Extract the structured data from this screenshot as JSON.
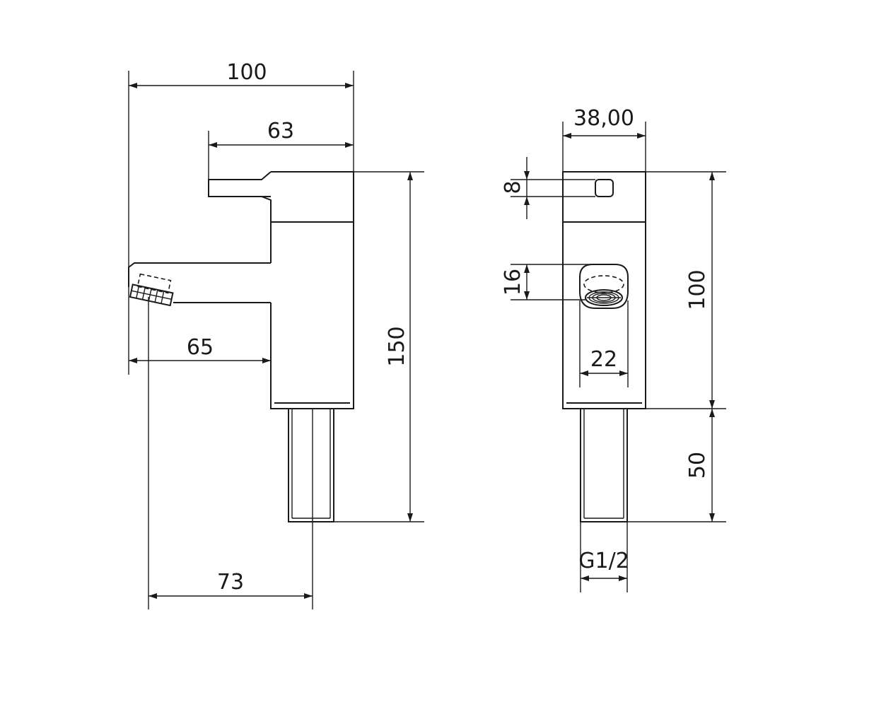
{
  "side_view": {
    "overall_width": "100",
    "lever_width": "63",
    "spout_reach": "65",
    "inlet_offset": "73",
    "overall_height": "150"
  },
  "front_view": {
    "body_width": "38,00",
    "lever_slot": "8",
    "aerator_height": "16",
    "aerator_width": "22",
    "body_height": "100",
    "tail_length": "50",
    "thread": "G1/2"
  }
}
